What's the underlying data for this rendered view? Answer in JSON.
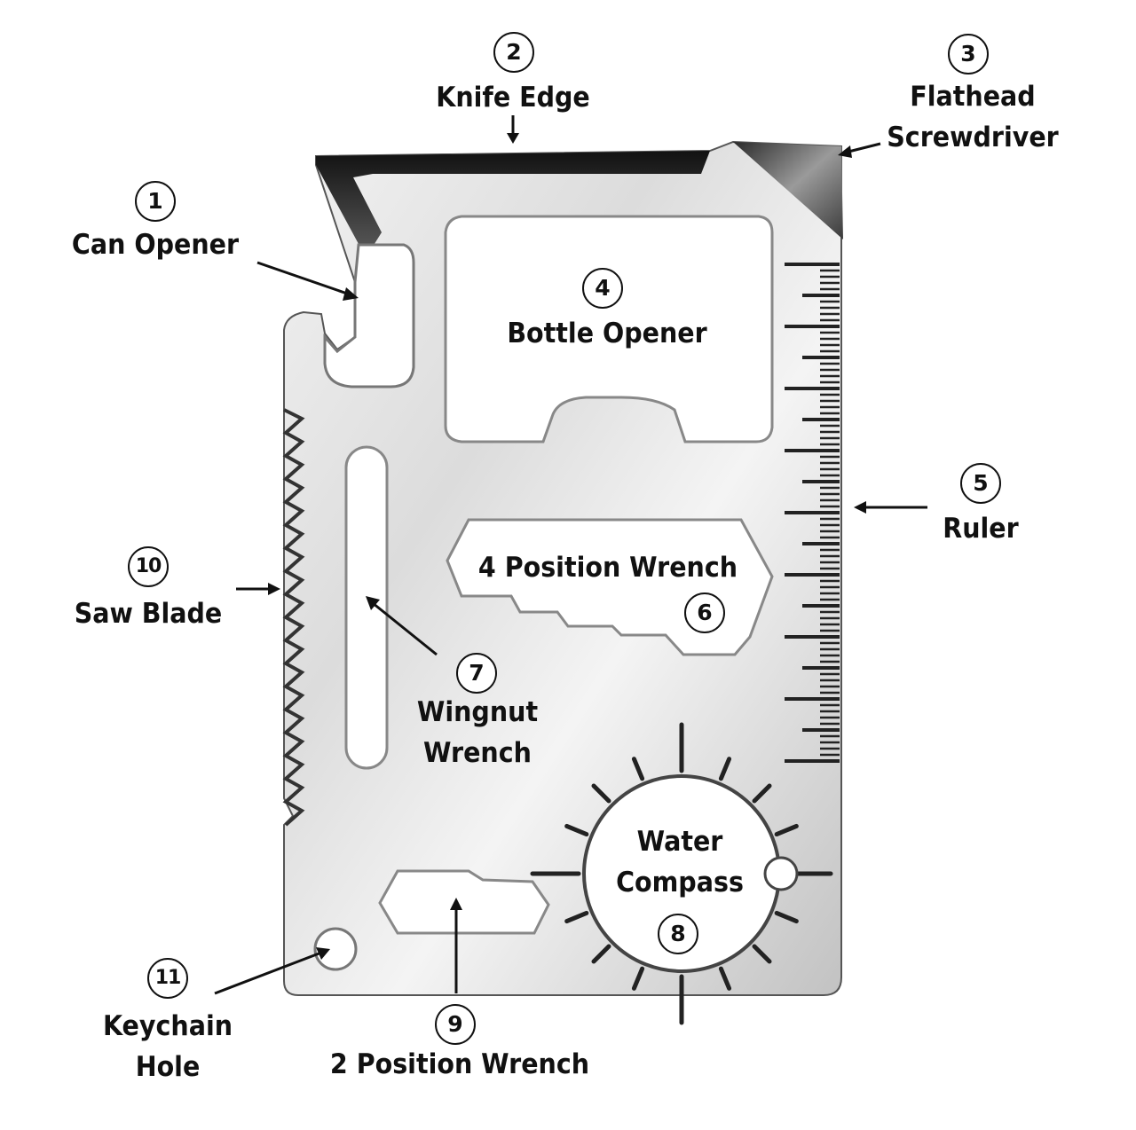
{
  "callouts": [
    {
      "number": "1",
      "label": "Can Opener"
    },
    {
      "number": "2",
      "label": "Knife Edge"
    },
    {
      "number": "3",
      "label": "Flathead Screwdriver"
    },
    {
      "number": "4",
      "label": "Bottle Opener"
    },
    {
      "number": "5",
      "label": "Ruler"
    },
    {
      "number": "6",
      "label": "4 Position Wrench"
    },
    {
      "number": "7",
      "label": "Wingnut Wrench"
    },
    {
      "number": "8",
      "label": "Water Compass"
    },
    {
      "number": "9",
      "label": "2 Position Wrench"
    },
    {
      "number": "10",
      "label": "Saw Blade"
    },
    {
      "number": "11",
      "label": "Keychain Hole"
    }
  ],
  "colors": {
    "steel_light": "#e6e6e6",
    "steel_mid": "#c4c4c4",
    "steel_dark": "#8a8a8a",
    "ink": "#111111"
  }
}
